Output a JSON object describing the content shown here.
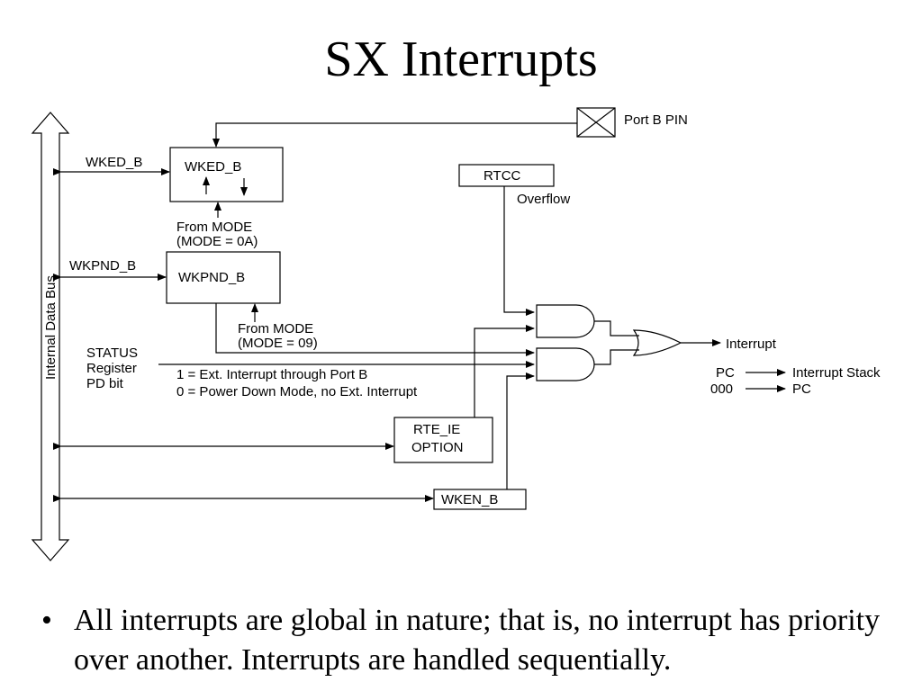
{
  "slide": {
    "title": "SX Interrupts",
    "bullet_glyph": "•",
    "bullet_text": "All interrupts are global in nature; that is, no interrupt has priority over another. Interrupts are handled sequentially."
  },
  "diagram": {
    "bus_label": "Internal Data Bus",
    "port_b_pin": "Port B PIN",
    "wked_b_bus": "WKED_B",
    "wked_b_box": "WKED_B",
    "from_mode_1": "From MODE",
    "mode_0a": "(MODE = 0A)",
    "wkpnd_b_bus": "WKPND_B",
    "wkpnd_b_box": "WKPND_B",
    "from_mode_2": "From MODE",
    "mode_09": "(MODE = 09)",
    "rtcc": "RTCC",
    "overflow": "Overflow",
    "status": "STATUS",
    "register": "Register",
    "pd_bit": "PD bit",
    "ext_interrupt_1": "1 = Ext. Interrupt through Port B",
    "power_down_0": "0 = Power Down Mode, no Ext. Interrupt",
    "rte_ie": "RTE_IE",
    "option": "OPTION",
    "wken_b": "WKEN_B",
    "interrupt": "Interrupt",
    "pc_1": "PC",
    "interrupt_stack": "Interrupt Stack",
    "zeros": "000",
    "pc_2": "PC"
  }
}
